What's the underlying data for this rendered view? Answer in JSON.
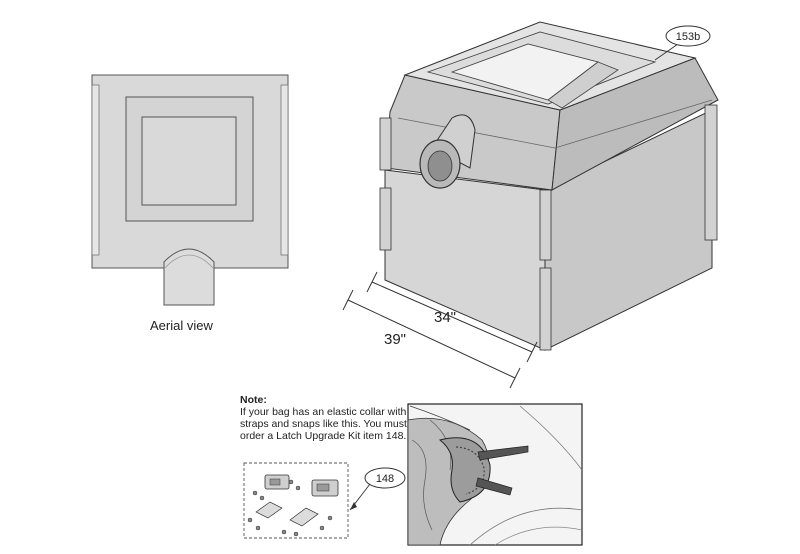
{
  "aerial_view": {
    "caption": "Aerial view"
  },
  "main_unit": {
    "part_callout": "153b",
    "dimension_depth": "34\"",
    "dimension_width": "39\""
  },
  "note": {
    "title": "Note:",
    "text": "If your bag has an elastic collar with straps and snaps like this. You must order a Latch Upgrade Kit item 148."
  },
  "latch_kit": {
    "part_callout": "148"
  },
  "colors": {
    "body_fill": "#d9d9d9",
    "body_dark": "#bdbdbd",
    "outline": "#333333",
    "panel_light": "#ececec"
  }
}
